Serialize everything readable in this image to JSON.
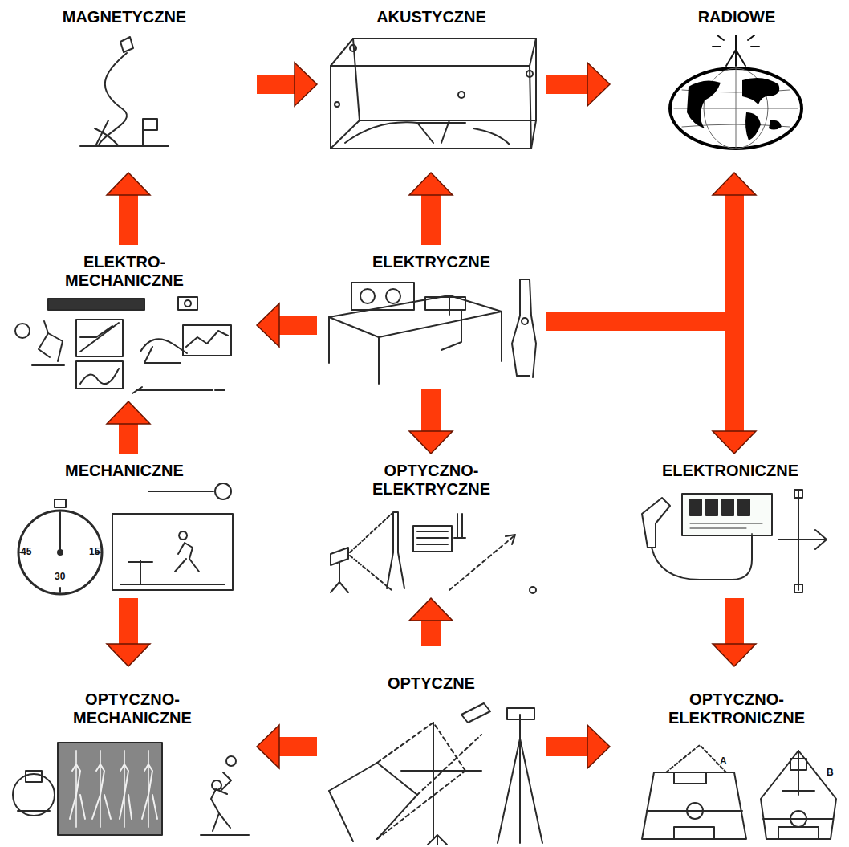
{
  "diagram": {
    "nodes": [
      {
        "text": [
          "MAGNETYCZNE"
        ]
      },
      {
        "text": [
          "AKUSTYCZNE"
        ]
      },
      {
        "text": [
          "RADIOWE"
        ]
      },
      {
        "text": [
          "ELEKTRO- MECHANICZNE"
        ]
      },
      {
        "text": [
          "ELEKTRYCZNE"
        ]
      },
      {
        "text": [
          "MECHANICZNE"
        ]
      },
      {
        "text": [
          "OPTYCZNO- ELEKTRYCZNE"
        ]
      },
      {
        "text": [
          "ELEKTRONICZNE"
        ]
      },
      {
        "text": [
          "OPTYCZNO- MECHANICZNE"
        ]
      },
      {
        "text": [
          "OPTYCZNE"
        ]
      },
      {
        "text": [
          "OPTYCZNO- ELEKTRONICZNE"
        ]
      }
    ],
    "edges": [
      {
        "from": 0,
        "to": 1,
        "arrow": "to"
      },
      {
        "from": 1,
        "to": 2,
        "arrow": "to"
      },
      {
        "from": 3,
        "to": 0,
        "arrow": "to"
      },
      {
        "from": 4,
        "to": 1,
        "arrow": "to"
      },
      {
        "from": 4,
        "to": 3,
        "arrow": "to"
      },
      {
        "from": 4,
        "to": 6,
        "arrow": "to"
      },
      {
        "from": 4,
        "to": 2,
        "arrow": "to"
      },
      {
        "from": 4,
        "to": 7,
        "arrow": "to"
      },
      {
        "from": 5,
        "to": 3,
        "arrow": "to"
      },
      {
        "from": 5,
        "to": 8,
        "arrow": "to"
      },
      {
        "from": 9,
        "to": 8,
        "arrow": "to"
      },
      {
        "from": 9,
        "to": 6,
        "arrow": "to"
      },
      {
        "from": 9,
        "to": 10,
        "arrow": "to"
      },
      {
        "from": 7,
        "to": 10,
        "arrow": "to"
      }
    ],
    "labels": [
      "45",
      "15",
      "30",
      "A",
      "B"
    ]
  }
}
